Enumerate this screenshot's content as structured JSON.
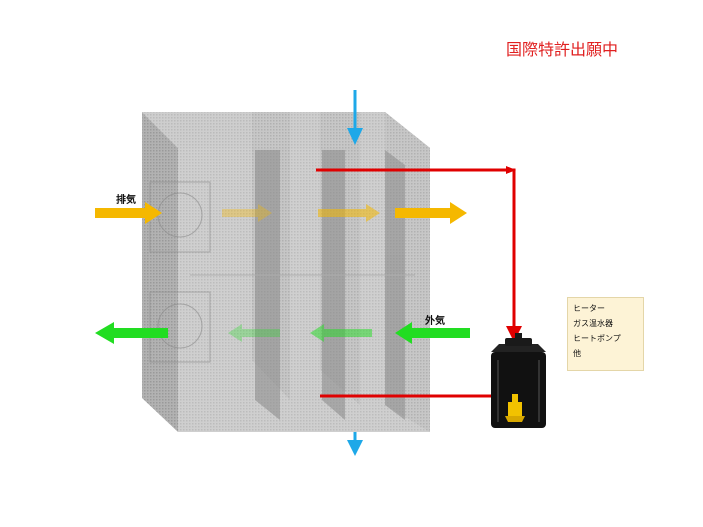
{
  "patent_notice": "国際特許出願中",
  "labels": {
    "exhaust": "排気",
    "outside_air": "外気"
  },
  "heat_source_note": [
    "ヒーター",
    "ガス温水器",
    "ヒートポンプ",
    "他"
  ],
  "colors": {
    "exhaust_arrow": "#f5b800",
    "outside_air_arrow": "#22dd22",
    "water_arrow": "#1ea8e8",
    "pipe": "#e00000",
    "patent_text": "#e02020",
    "note_bg": "#fdf3d6"
  }
}
